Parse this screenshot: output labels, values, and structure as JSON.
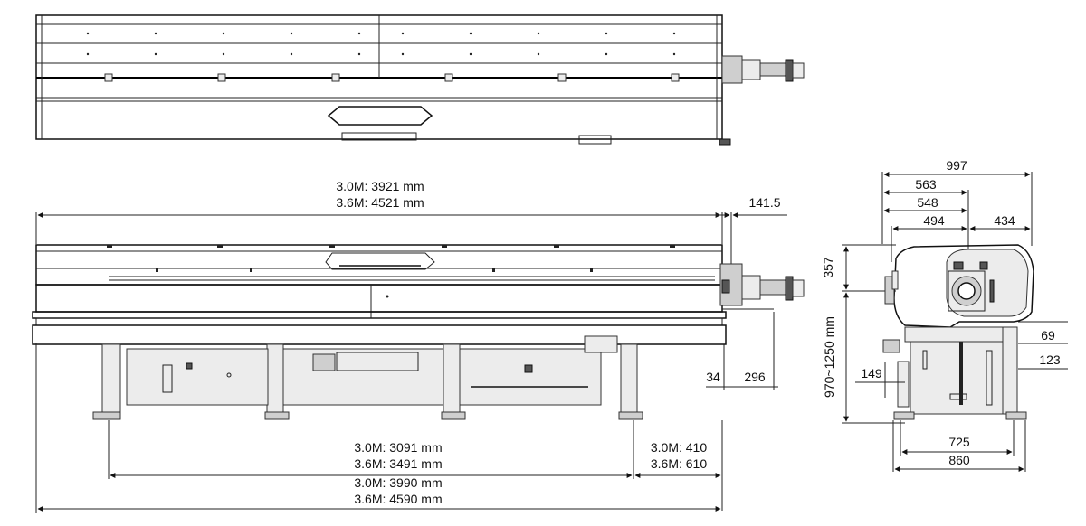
{
  "top_view": {},
  "front_view": {
    "overall_length_lines": [
      "3.0M: 3921 mm",
      "3.6M: 4521 mm"
    ],
    "motor_extension": "141.5",
    "base_spacing_lines": [
      "3.0M: 3091 mm",
      "3.6M: 3491 mm"
    ],
    "right_offset_lines": [
      "3.0M: 410",
      "3.6M: 610"
    ],
    "base_length_lines": [
      "3.0M: 3990 mm",
      "3.6M: 4590 mm"
    ],
    "small_offset_a": "34",
    "small_offset_b": "296"
  },
  "side_view": {
    "width_total": "997",
    "dim_563": "563",
    "dim_548": "548",
    "dim_494": "494",
    "dim_434": "434",
    "dim_357": "357",
    "height_range": "970~1250 mm",
    "dim_69": "69",
    "dim_149": "149",
    "dim_123": "123",
    "foot_inner": "725",
    "foot_outer": "860"
  }
}
